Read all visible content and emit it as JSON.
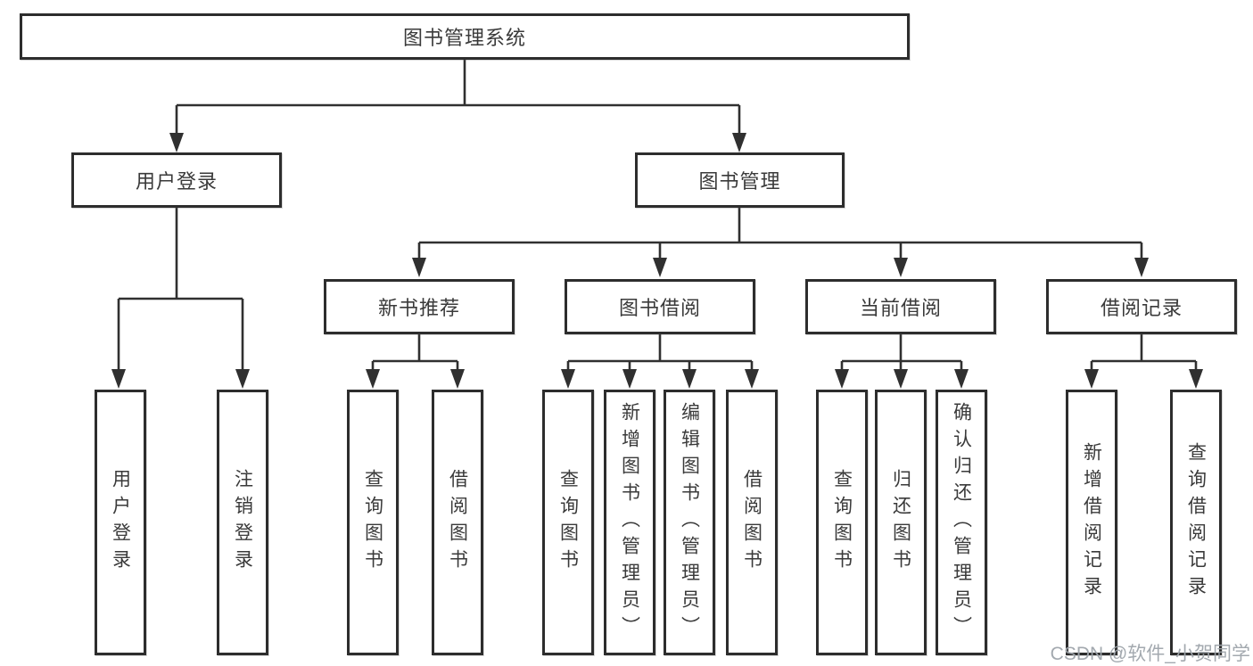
{
  "root": {
    "label": "图书管理系统"
  },
  "level2": {
    "user_login": {
      "label": "用户登录"
    },
    "book_management": {
      "label": "图书管理"
    }
  },
  "level3": {
    "new_book_recommend": {
      "label": "新书推荐"
    },
    "book_borrowing": {
      "label": "图书借阅"
    },
    "current_borrowing": {
      "label": "当前借阅"
    },
    "borrowing_records": {
      "label": "借阅记录"
    }
  },
  "leaves": {
    "user_login": {
      "label": "用户登录"
    },
    "logout": {
      "label": "注销登录"
    },
    "rec_query_books": {
      "label": "查询图书"
    },
    "rec_borrow_books": {
      "label": "借阅图书"
    },
    "bb_query_books": {
      "label": "查询图书"
    },
    "bb_add_books": {
      "label": "新增图书（管理员）"
    },
    "bb_edit_books": {
      "label": "编辑图书（管理员）"
    },
    "bb_borrow_books": {
      "label": "借阅图书"
    },
    "cb_query_books": {
      "label": "查询图书"
    },
    "cb_return_books": {
      "label": "归还图书"
    },
    "cb_confirm_return": {
      "label": "确认归还（管理员）"
    },
    "br_add_record": {
      "label": "新增借阅记录"
    },
    "br_query_record": {
      "label": "查询借阅记录"
    }
  },
  "hierarchy": {
    "图书管理系统": {
      "用户登录": [
        "用户登录",
        "注销登录"
      ],
      "图书管理": {
        "新书推荐": [
          "查询图书",
          "借阅图书"
        ],
        "图书借阅": [
          "查询图书",
          "新增图书（管理员）",
          "编辑图书（管理员）",
          "借阅图书"
        ],
        "当前借阅": [
          "查询图书",
          "归还图书",
          "确认归还（管理员）"
        ],
        "借阅记录": [
          "新增借阅记录",
          "查询借阅记录"
        ]
      }
    }
  },
  "watermark": {
    "text": "CSDN @软件_小贺同学"
  },
  "colors": {
    "line": "#303030",
    "box_border": "#2d2d2d",
    "text": "#3a3a3a",
    "watermark": "#9ea4ab",
    "background": "#ffffff"
  }
}
